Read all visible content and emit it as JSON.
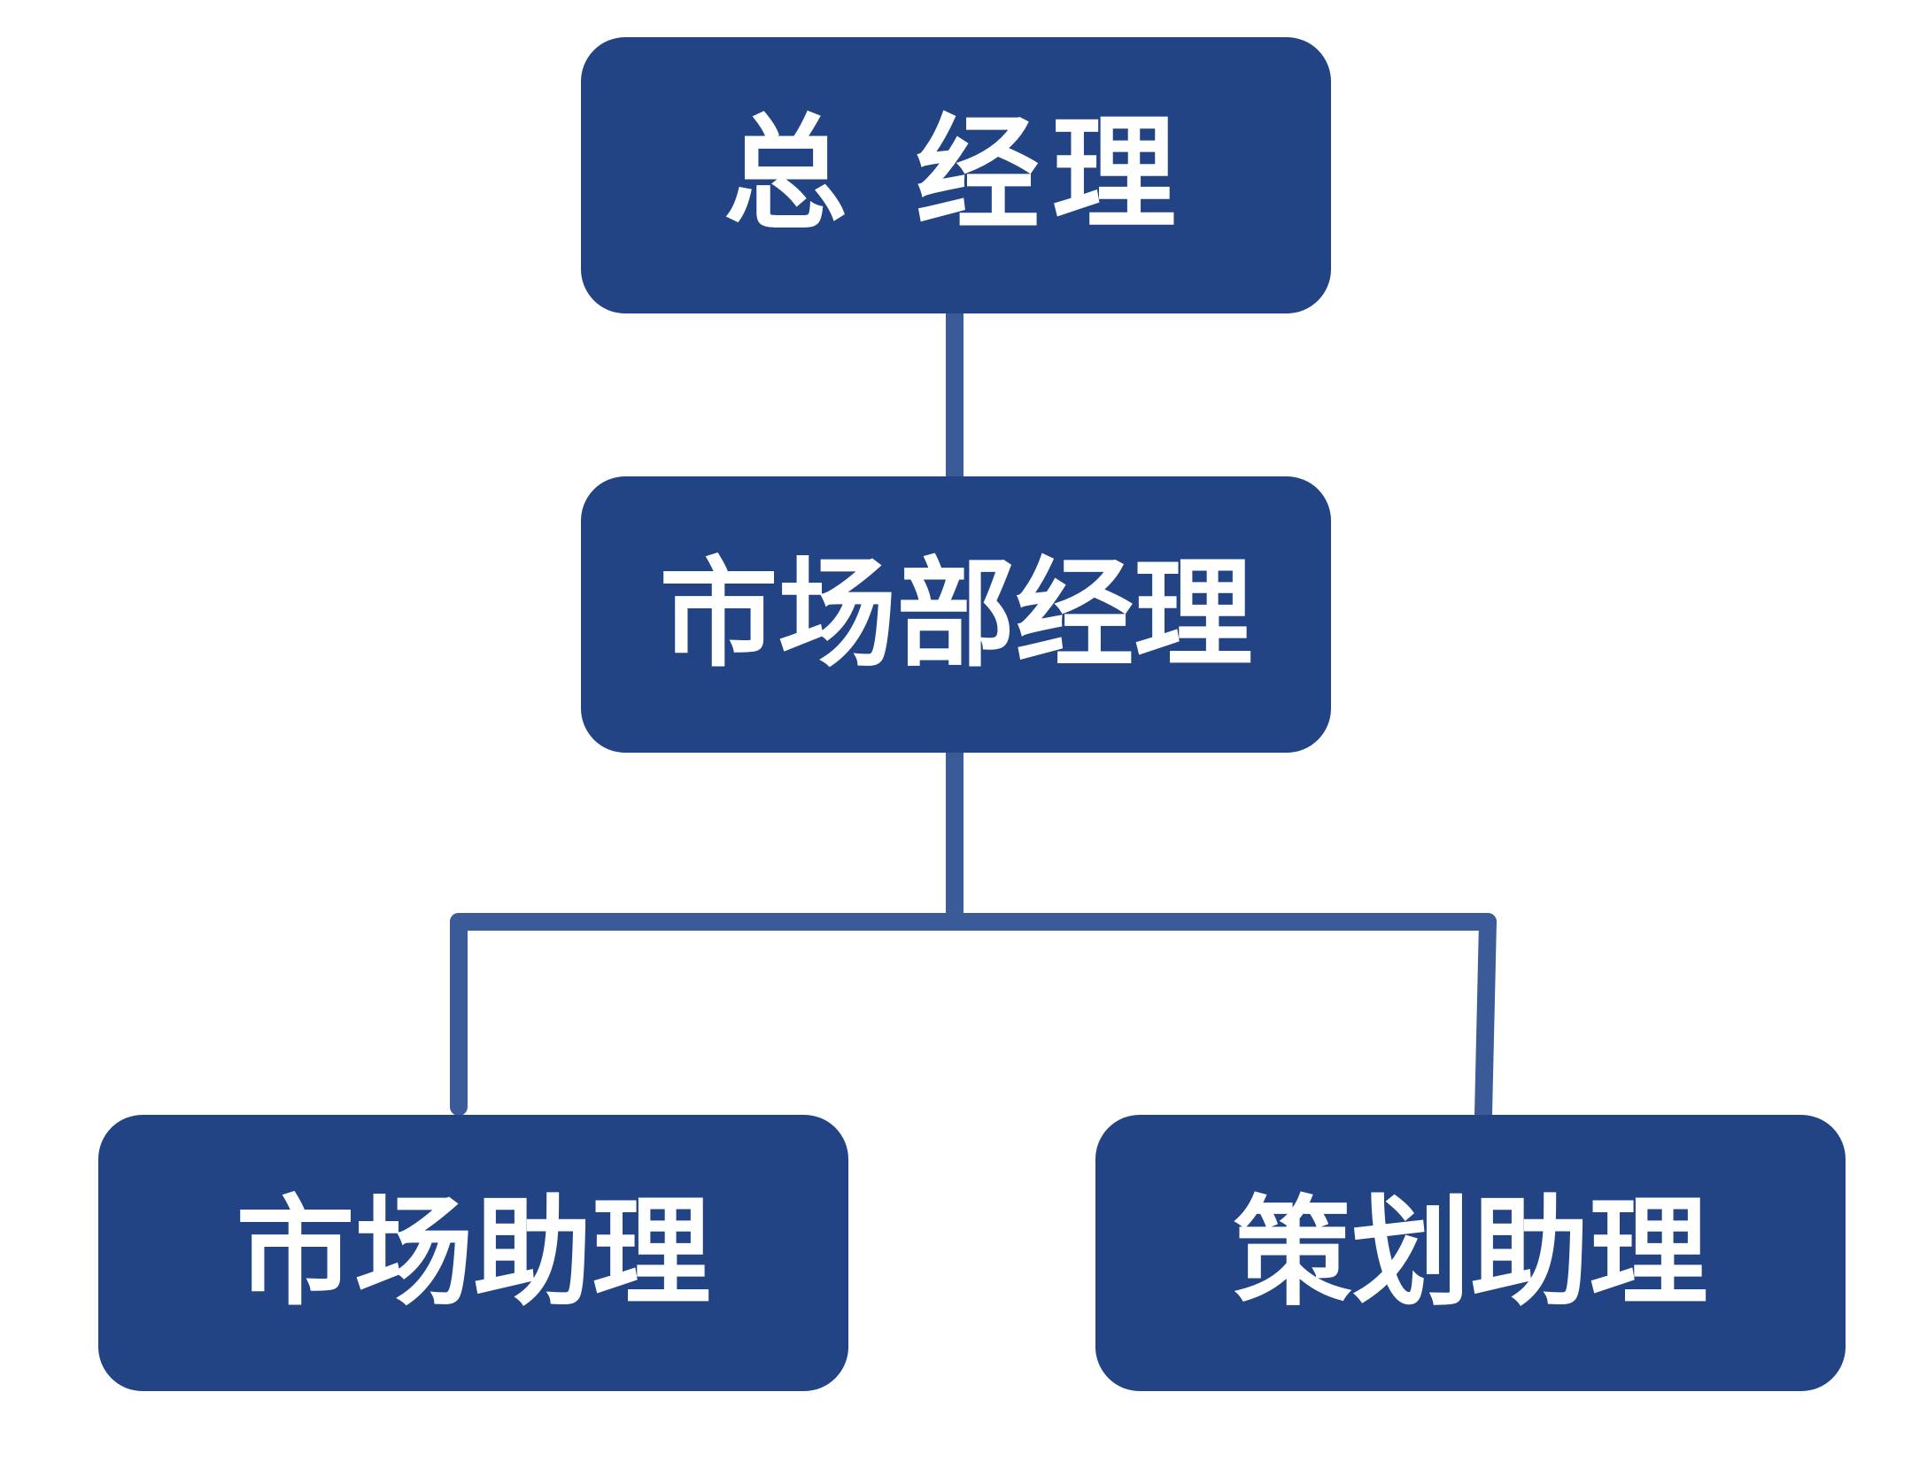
{
  "diagram": {
    "type": "org-chart",
    "colors": {
      "node_fill": "#224485",
      "node_text": "#ffffff",
      "connector": "#3b5b98",
      "background": "#ffffff"
    },
    "nodes": {
      "general_manager": "总 经理",
      "marketing_manager": "市场部经理",
      "marketing_assistant": "市场助理",
      "planning_assistant": "策划助理"
    },
    "edges": [
      [
        "general_manager",
        "marketing_manager"
      ],
      [
        "marketing_manager",
        "marketing_assistant"
      ],
      [
        "marketing_manager",
        "planning_assistant"
      ]
    ]
  }
}
